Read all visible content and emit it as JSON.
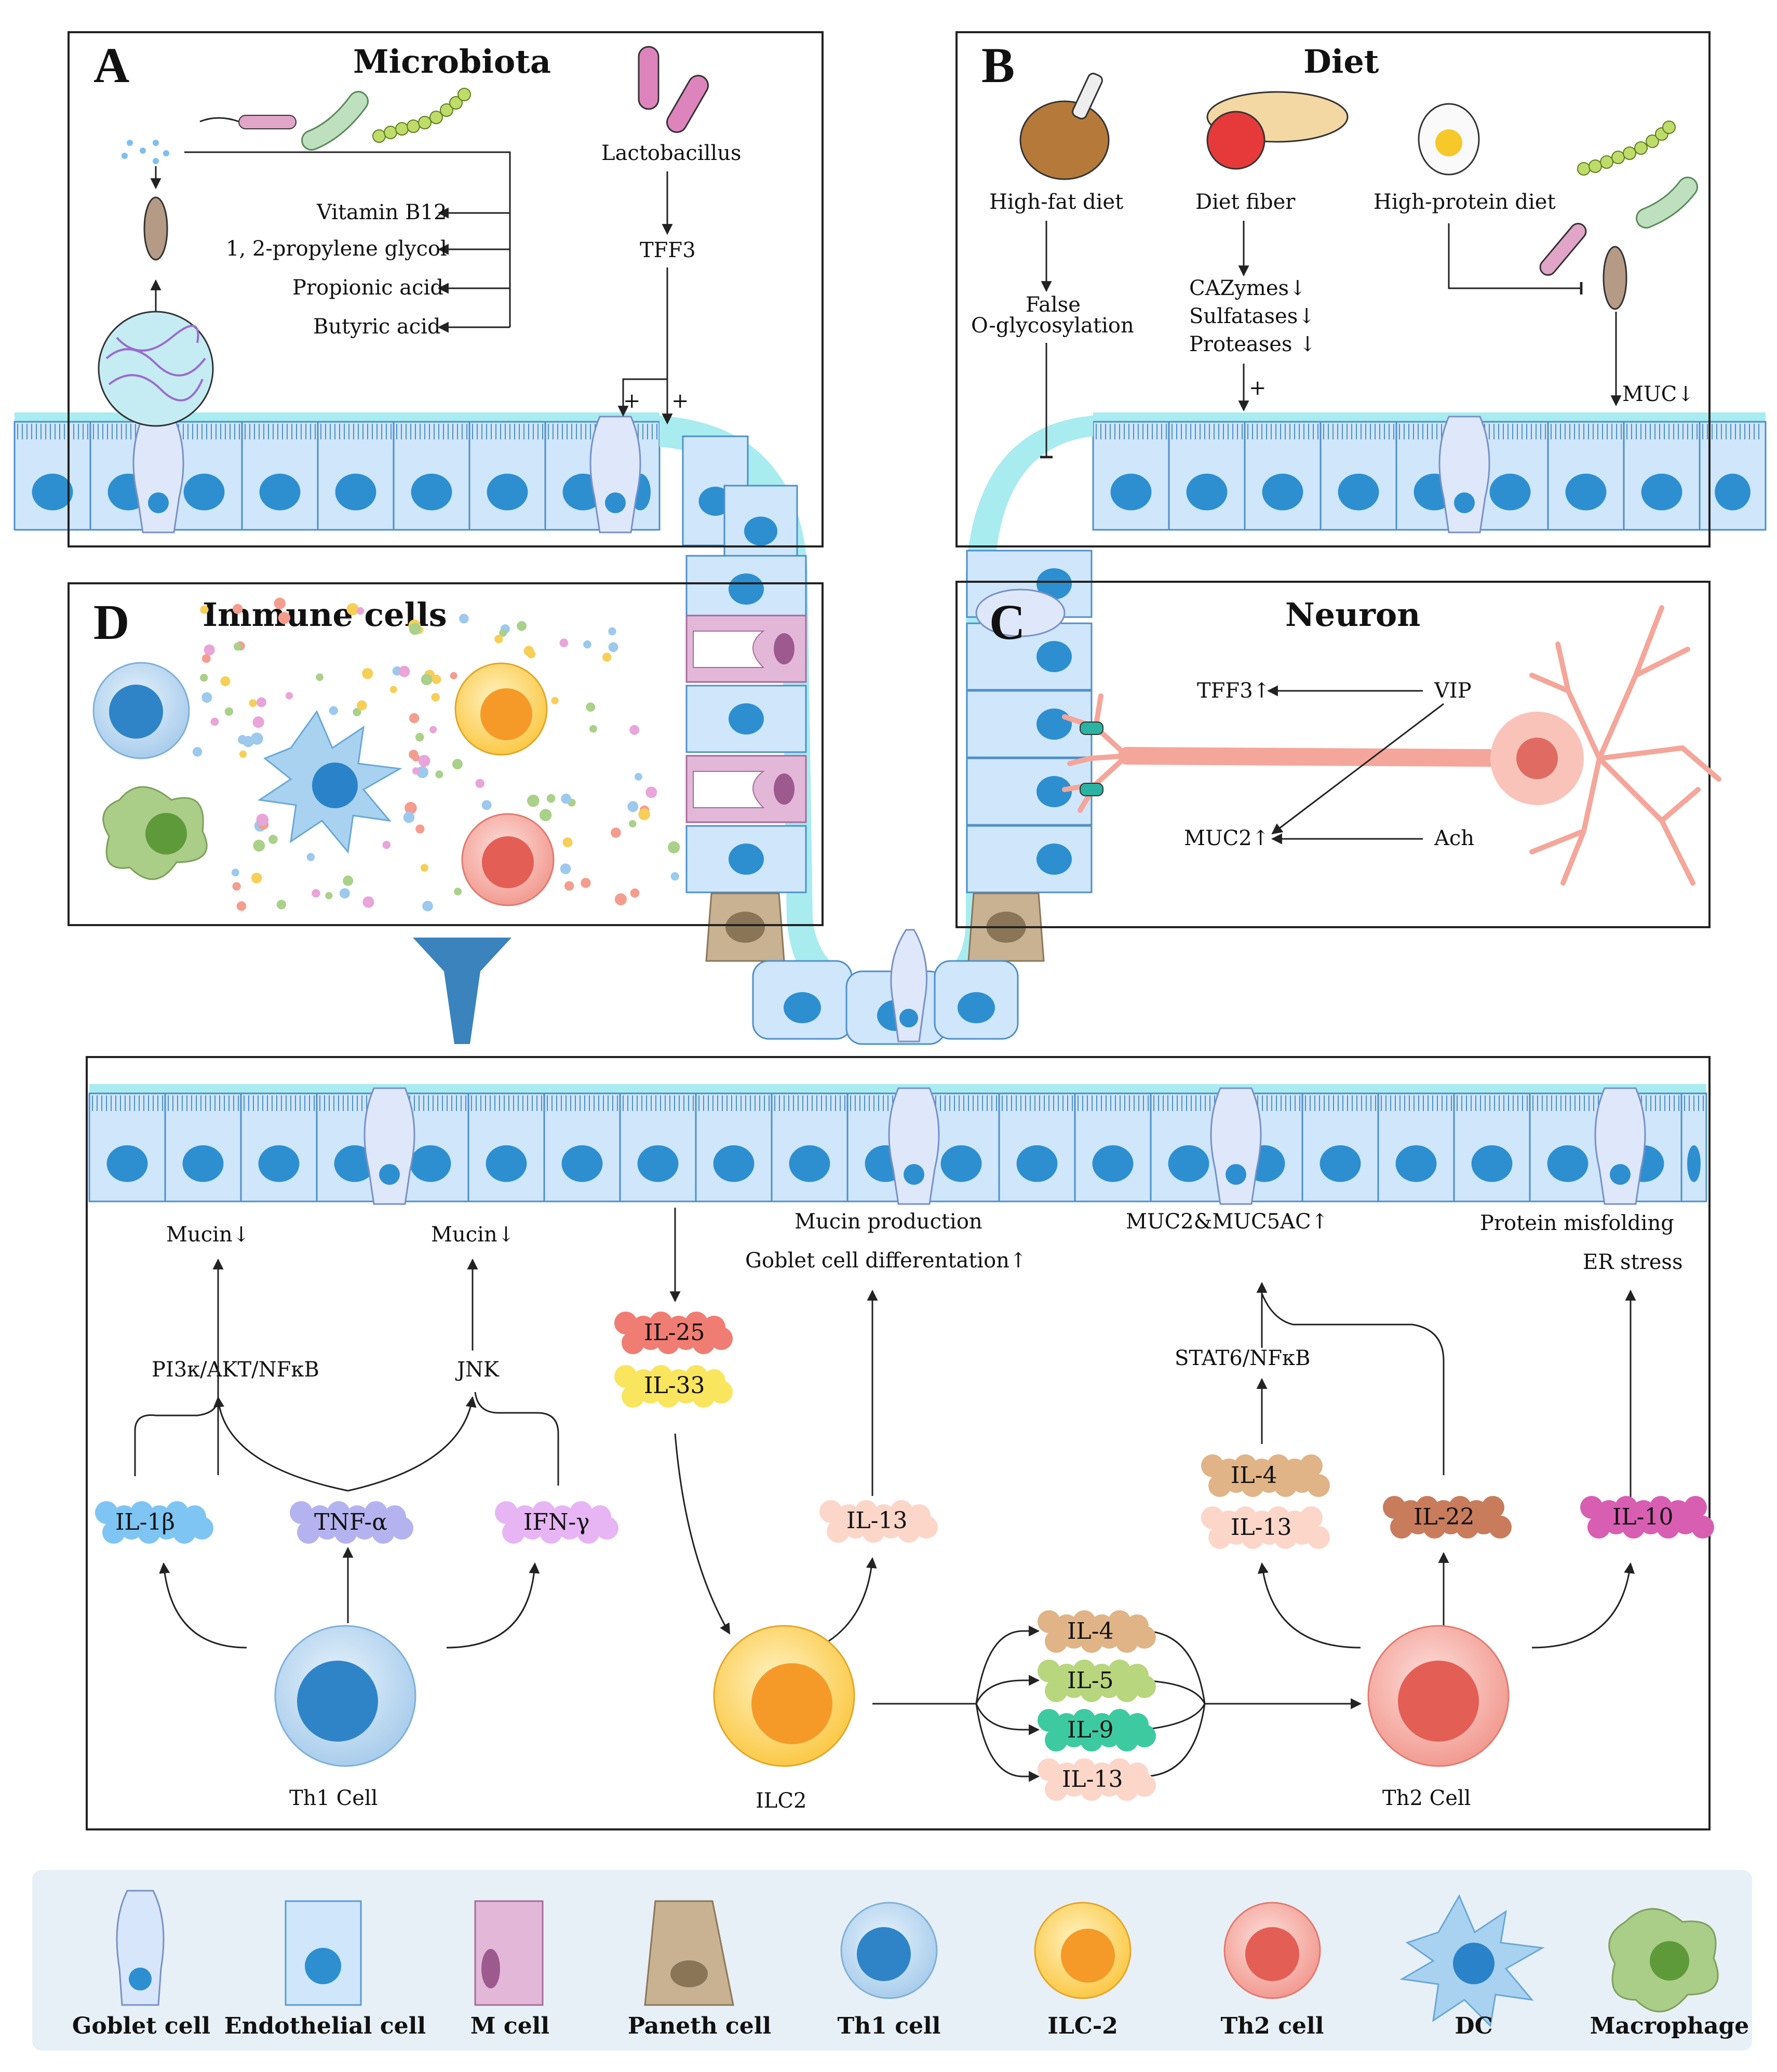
{
  "panels": {
    "a": {
      "letter": "A",
      "title": "Microbiota",
      "labels": {
        "vitamin": "Vitamin B12",
        "propylene": "1, 2-propylene glycol",
        "propionic": "Propionic acid",
        "butyric": "Butyric acid",
        "lactobacillus": "Lactobacillus",
        "tff3": "TFF3",
        "plus": "+"
      }
    },
    "b": {
      "letter": "B",
      "title": "Diet",
      "labels": {
        "high_fat": "High-fat diet",
        "fiber": "Diet fiber",
        "high_protein": "High-protein diet",
        "false_o": "False",
        "false_o2": "O-glycosylation",
        "cazymes": "CAZymes↓",
        "sulfatases": "Sulfatases↓",
        "proteases": "Proteases ↓",
        "muc": "MUC↓",
        "plus": "+"
      }
    },
    "c": {
      "letter": "C",
      "title": "Neuron",
      "labels": {
        "tff3": "TFF3↑",
        "vip": "VIP",
        "muc2": "MUC2↑",
        "ach": "Ach"
      }
    },
    "d": {
      "letter": "D",
      "title": "Immune cells"
    }
  },
  "pathway": {
    "mucin_left": "Mucin↓",
    "mucin_mid": "Mucin↓",
    "pi3k": "PI3κ/AKT/NFκB",
    "jnk": "JNK",
    "mucin_production": "Mucin production",
    "goblet_diff": "Goblet cell differentation↑",
    "muc2_muc5ac": "MUC2&MUC5AC↑",
    "stat6": "STAT6/NFκB",
    "protein_misfolding": "Protein misfolding",
    "er_stress": "ER stress",
    "il25": "IL-25",
    "il33": "IL-33",
    "il1b": "IL-1β",
    "tnfa": "TNF-α",
    "ifng": "IFN-γ",
    "il13_ilc": "IL-13",
    "il4_top": "IL-4",
    "il13_top": "IL-13",
    "il22": "IL-22",
    "il10": "IL-10",
    "il4": "IL-4",
    "il5": "IL-5",
    "il9": "IL-9",
    "il13": "IL-13",
    "th1": "Th1 Cell",
    "ilc2": "ILC2",
    "th2": "Th2 Cell"
  },
  "legend": [
    "Goblet cell",
    "Endothelial cell",
    "M cell",
    "Paneth cell",
    "Th1 cell",
    "ILC-2",
    "Th2 cell",
    "DC",
    "Macrophage"
  ],
  "colors": {
    "epithelium": "#cfe6fb",
    "nucleus": "#2d8fd0",
    "mucus": "#a8ecef",
    "th1": "#5aa7e0",
    "ilc2": "#fbb82a",
    "th2": "#f2847a",
    "m_cell": "#e3b7d8",
    "paneth": "#c9b291",
    "legend_bg": "#e8f0f7"
  }
}
